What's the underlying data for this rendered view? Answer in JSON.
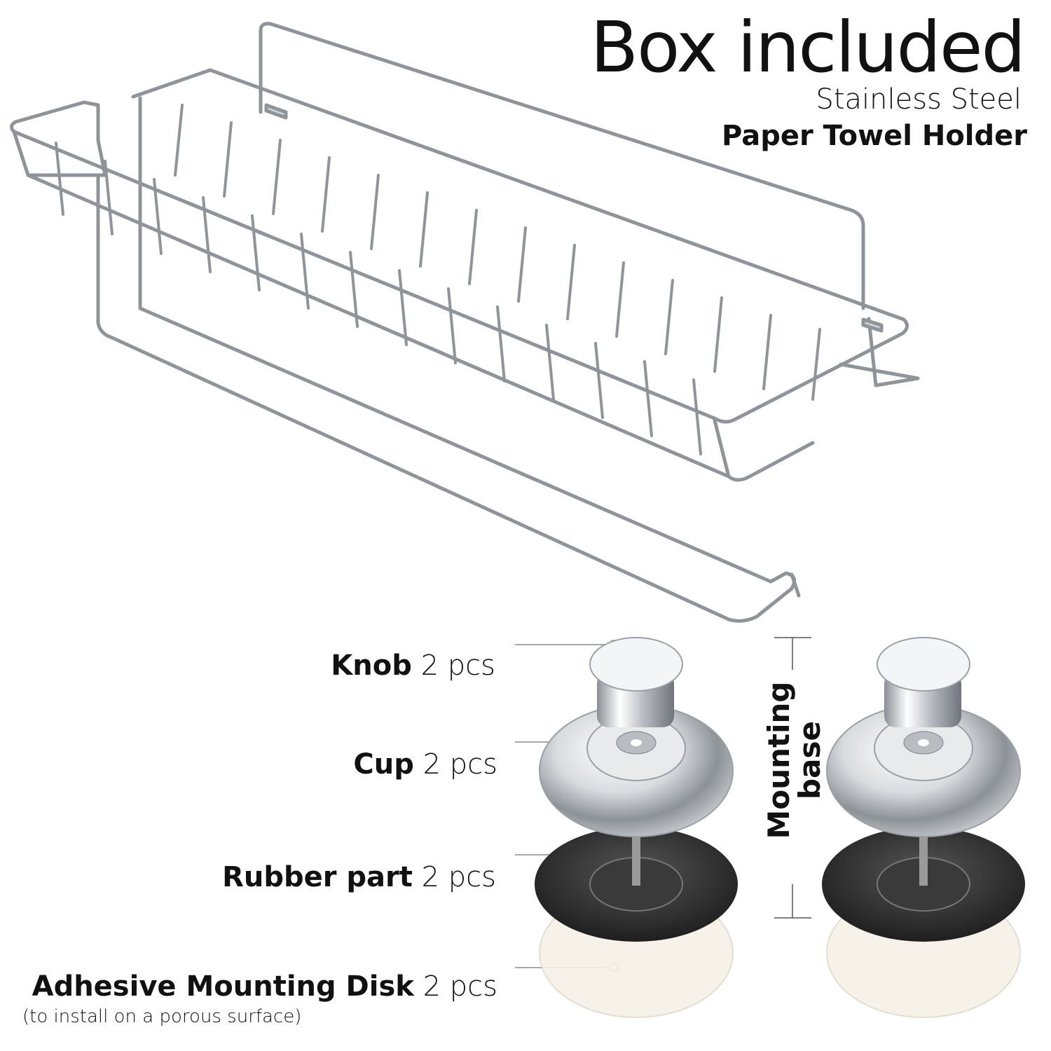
{
  "header": {
    "title": "Box included",
    "subtitle": "Stainless Steel",
    "product": "Paper Towel Holder"
  },
  "parts": [
    {
      "name": "Knob",
      "qty": "2 pcs"
    },
    {
      "name": "Cup",
      "qty": "2 pcs"
    },
    {
      "name": "Rubber part",
      "qty": "2 pcs"
    },
    {
      "name": "Adhesive Mounting Disk",
      "qty": "2 pcs"
    }
  ],
  "note": "(to install on a porous surface)",
  "mounting": {
    "line1": "Mounting",
    "line2": "base"
  },
  "colors": {
    "chrome": "#9aa0a6",
    "rubber": "#2b2b2b",
    "disk": "#f3ede2",
    "text": "#111111"
  }
}
